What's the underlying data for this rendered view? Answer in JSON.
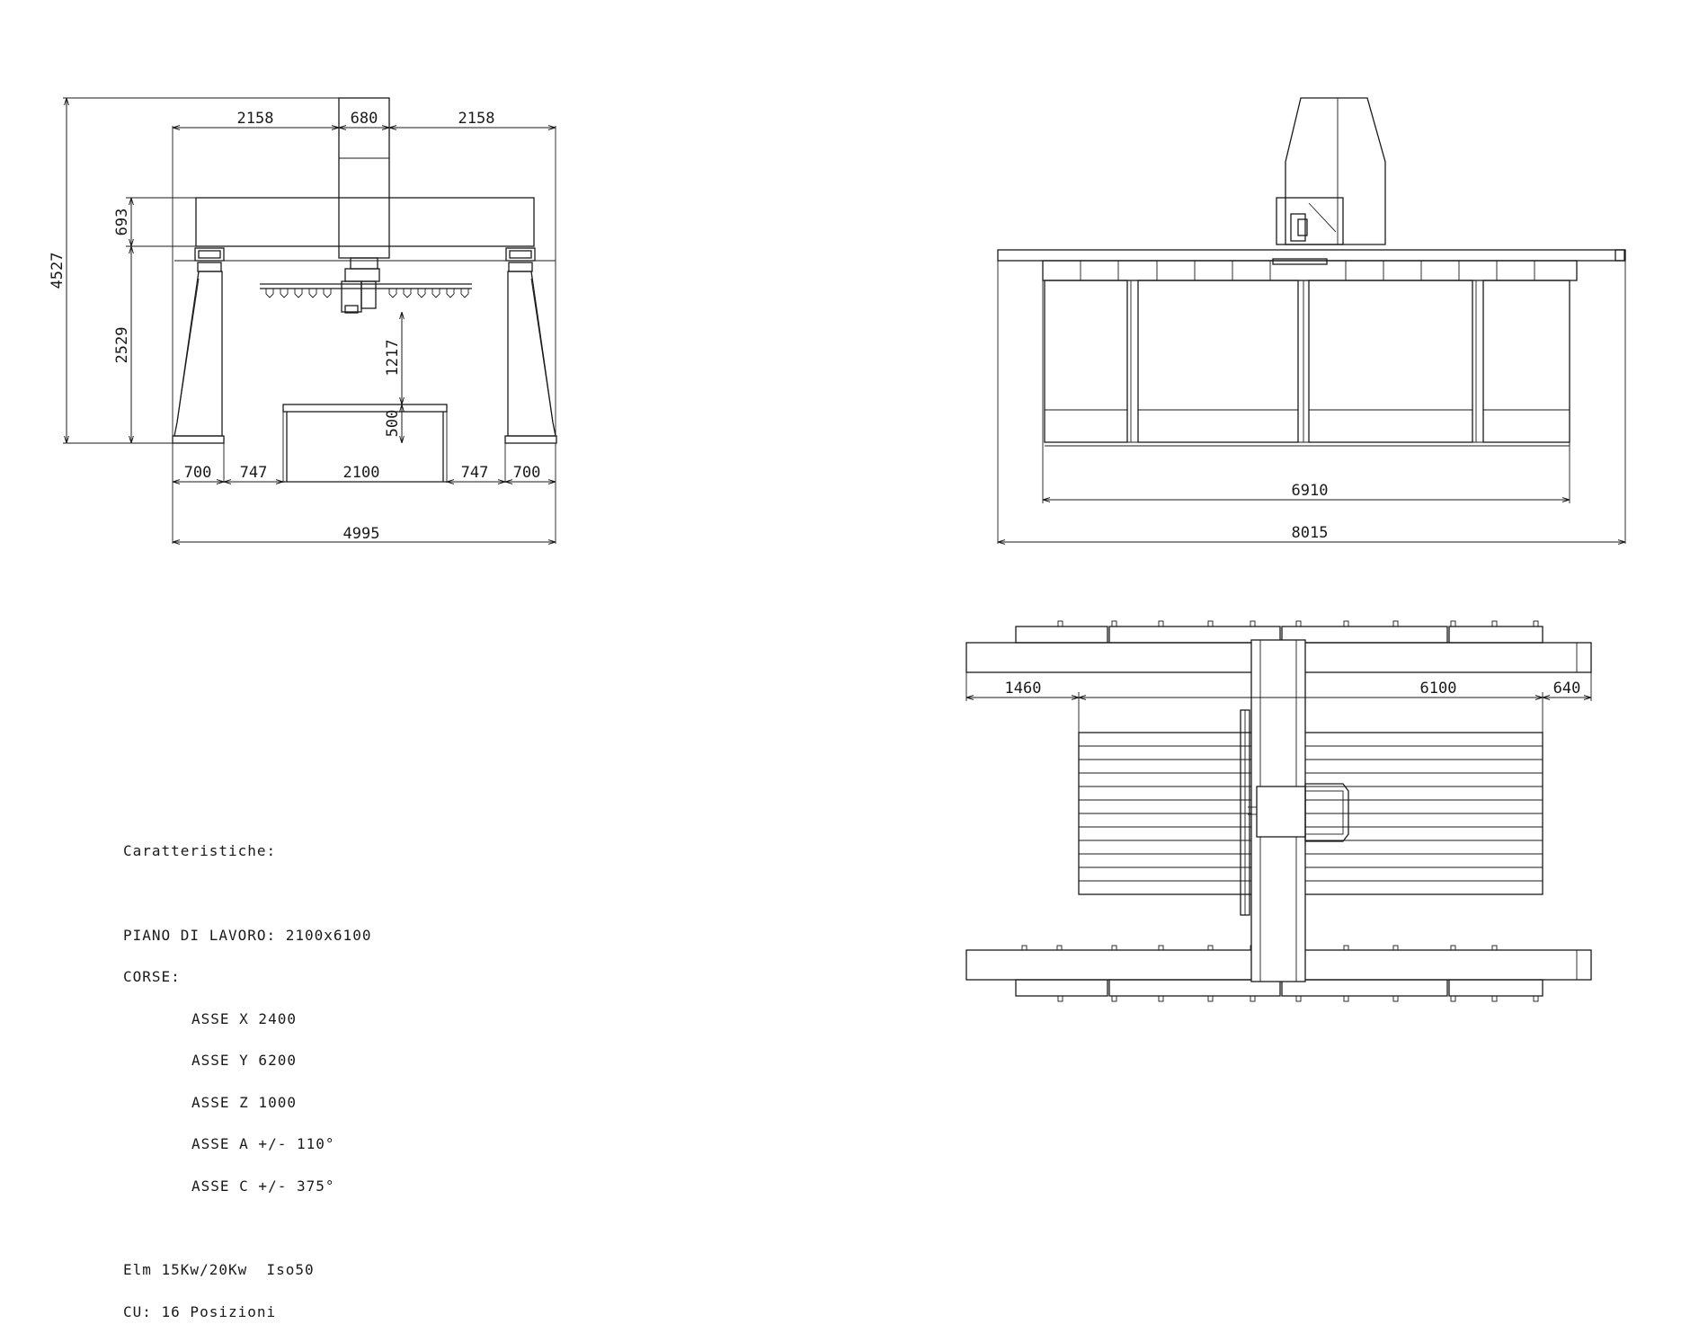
{
  "front_view": {
    "dims": {
      "height_total": "4527",
      "beam_height": "693",
      "column_height": "2529",
      "left_span": "2158",
      "ram_width": "680",
      "right_span": "2158",
      "z_clearance": "1217",
      "table_height": "500",
      "foot_left": "700",
      "gap_left": "747",
      "table_width": "2100",
      "gap_right": "747",
      "foot_right": "700",
      "overall_width": "4995"
    }
  },
  "side_view": {
    "dims": {
      "table_length": "6910",
      "overall_length": "8015"
    }
  },
  "top_view": {
    "dims": {
      "left_offset": "1460",
      "table_length": "6100",
      "right_offset": "640"
    }
  },
  "specs": {
    "title": "Caratteristiche:",
    "work_table": "PIANO DI LAVORO: 2100x6100",
    "strokes_title": "CORSE:",
    "axis_x": "ASSE X 2400",
    "axis_y": "ASSE Y 6200",
    "axis_z": "ASSE Z 1000",
    "axis_a": "ASSE A +/- 110°",
    "axis_c": "ASSE C +/- 375°",
    "spindle": "Elm 15Kw/20Kw  Iso50",
    "tool_changer": "CU: 16 Posizioni"
  }
}
